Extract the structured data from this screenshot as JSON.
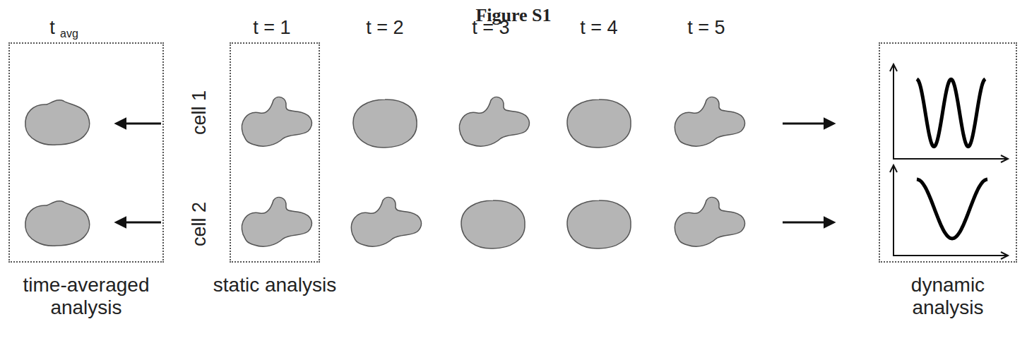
{
  "diagram": {
    "title": "Figure S1",
    "nodes": [
      {
        "text": [
          "time-averaged analysis"
        ]
      },
      {
        "text": [
          "static analysis"
        ]
      },
      {
        "text": [
          "dynamic analysis"
        ]
      }
    ],
    "labels": [
      "t",
      "avg",
      "t = 1",
      "t = 2",
      "t = 3",
      "t = 4",
      "t = 5",
      "cell 1",
      "cell 2"
    ]
  }
}
